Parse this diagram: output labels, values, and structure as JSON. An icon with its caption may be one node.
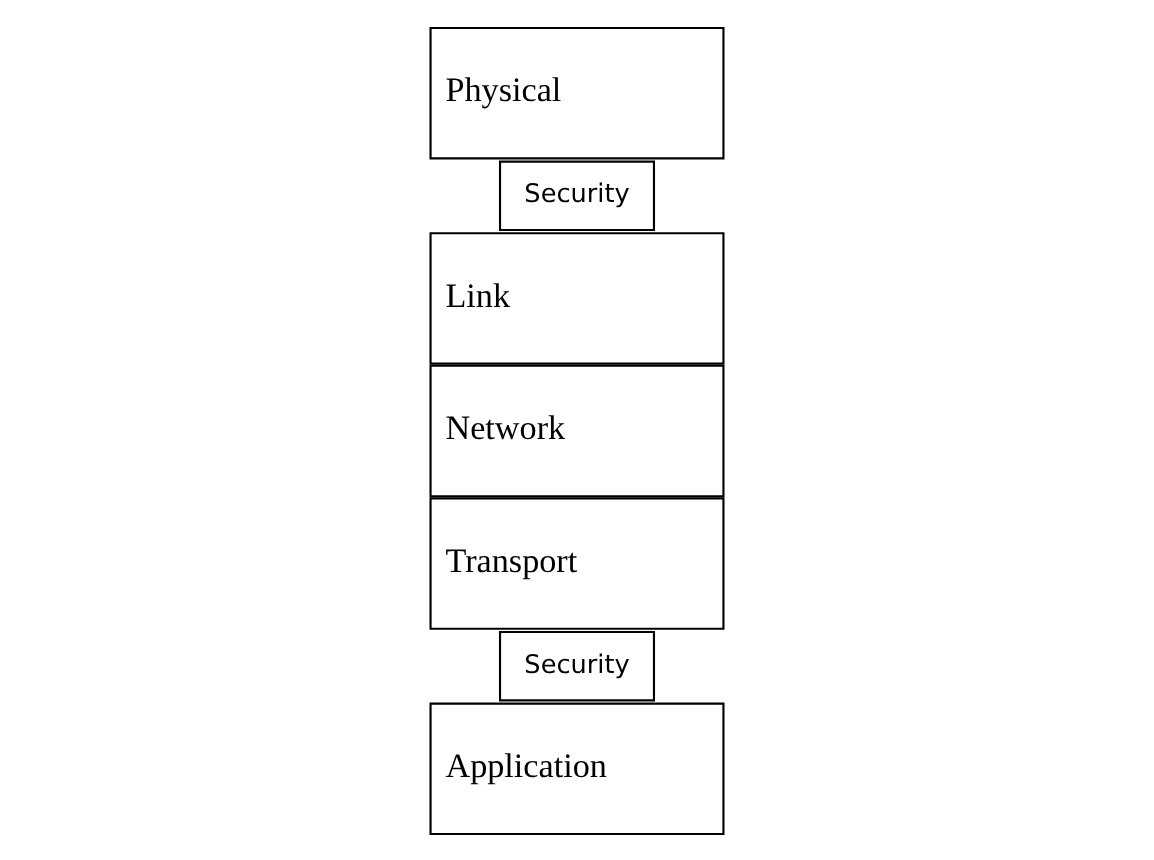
{
  "diagram": {
    "nodes": [
      {
        "text": [
          "Application"
        ]
      },
      {
        "text": [
          "Security"
        ]
      },
      {
        "text": [
          "Transport"
        ]
      },
      {
        "text": [
          "Network"
        ]
      },
      {
        "text": [
          "Link"
        ]
      },
      {
        "text": [
          "Security"
        ]
      },
      {
        "text": [
          "Physical"
        ]
      }
    ],
    "edges": []
  }
}
